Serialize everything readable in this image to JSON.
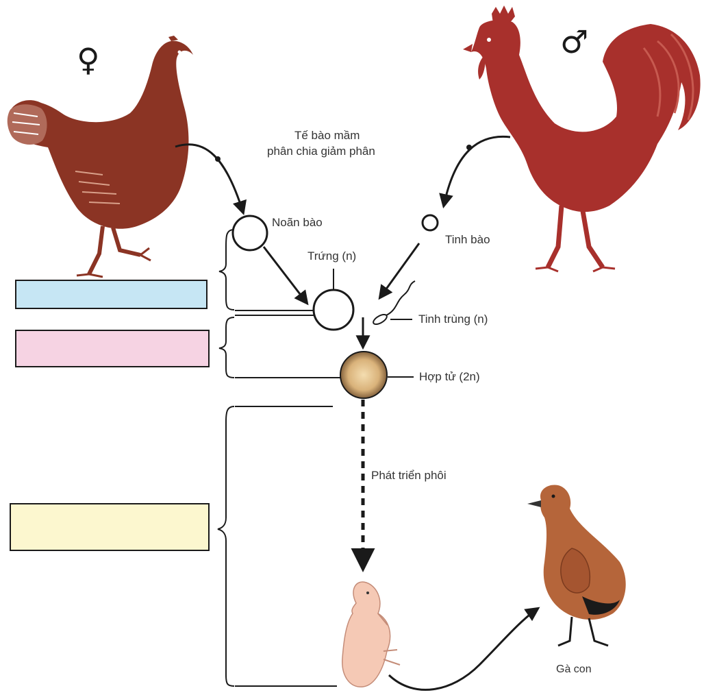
{
  "symbols": {
    "female": "♀",
    "male": "♂"
  },
  "labels": {
    "germ_cell_line1": "Tế bào mầm",
    "germ_cell_line2": "phân chia giảm phân",
    "oocyte": "Noãn bào",
    "spermatocyte": "Tinh bào",
    "egg": "Trứng (n)",
    "sperm": "Tinh trùng (n)",
    "zygote": "Hợp tử (2n)",
    "embryo_development": "Phát triển phôi",
    "chick": "Gà con"
  },
  "answer_boxes": [
    {
      "fill": "#c6e6f4"
    },
    {
      "fill": "#f6d3e3"
    },
    {
      "fill": "#fcf7cf"
    }
  ],
  "colors": {
    "hen": "#8b3424",
    "rooster": "#a8302c",
    "chick": "#b5653a",
    "embryo": "#f5c9b5",
    "zygote": "#e8c48c",
    "line": "#1a1a1a"
  }
}
